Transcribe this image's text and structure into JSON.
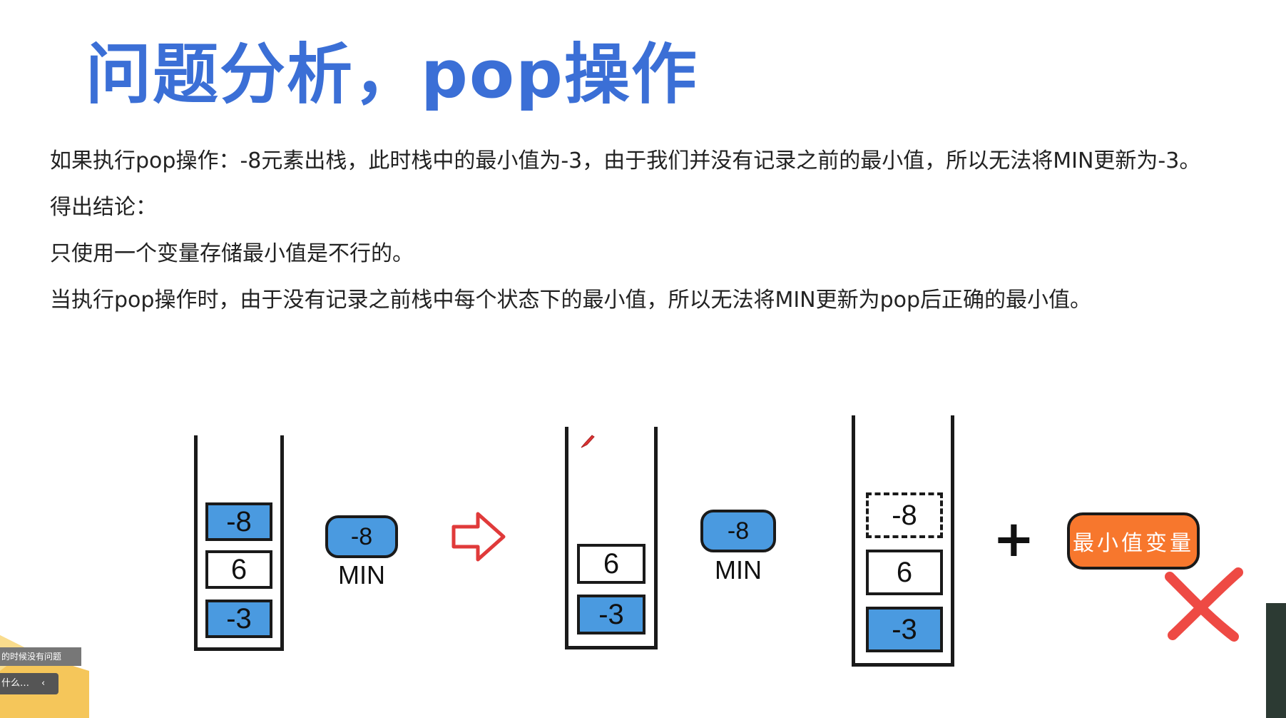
{
  "title": "问题分析，pop操作",
  "paragraphs": [
    "如果执行pop操作：-8元素出栈，此时栈中的最小值为-3，由于我们并没有记录之前的最小值，所以无法将MIN更新为-3。",
    "得出结论：",
    "只使用一个变量存储最小值是不行的。",
    "当执行pop操作时，由于没有记录之前栈中每个状态下的最小值，所以无法将MIN更新为pop后正确的最小值。"
  ],
  "stack1": {
    "cells": [
      "-8",
      "6",
      "-3"
    ]
  },
  "min1": {
    "value": "-8",
    "label": "MIN"
  },
  "stack2": {
    "cells": [
      "6",
      "-3"
    ]
  },
  "min2": {
    "value": "-8",
    "label": "MIN"
  },
  "stack3": {
    "cells": [
      "-8",
      "6",
      "-3"
    ]
  },
  "plus": "+",
  "min_variable_label": "最小值变量",
  "overlay": {
    "line1": "的时候没有问题",
    "line2": "什么…",
    "chevron": "‹"
  },
  "colors": {
    "title": "#3b6fd6",
    "cell_blue": "#4a9ae0",
    "arrow_red": "#e03a3a",
    "cross_red": "#ee4a44",
    "orange": "#f7772d"
  },
  "icons": [
    "right-arrow-icon",
    "cross-icon",
    "pen-cursor-icon",
    "chevron-left-icon"
  ]
}
